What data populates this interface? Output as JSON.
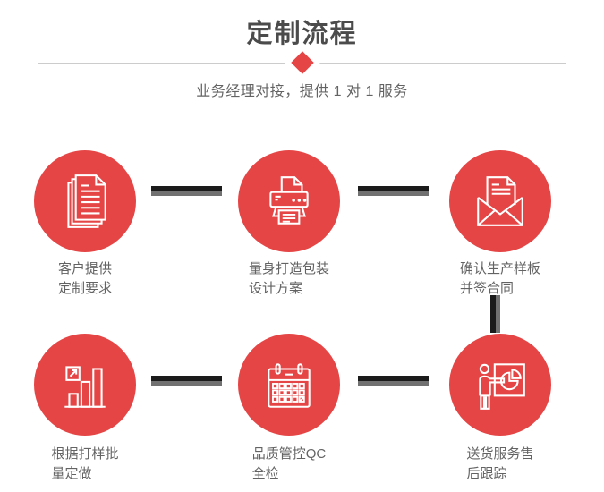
{
  "page": {
    "title": "定制流程",
    "subtitle": "业务经理对接，提供 1 对 1 服务"
  },
  "colors": {
    "accent_red": "#e54545",
    "title_gray": "#4b4b4b",
    "text_gray": "#636363",
    "connector_dark": "#1b1b1b",
    "connector_gray": "#717171",
    "divider_gray": "#cccccc"
  },
  "steps": [
    {
      "icon": "documents-icon",
      "line1": "客户提供",
      "line2": "定制要求"
    },
    {
      "icon": "printer-icon",
      "line1": "量身打造包装",
      "line2": "设计方案"
    },
    {
      "icon": "envelope-letter-icon",
      "line1": "确认生产样板",
      "line2": "并签合同"
    },
    {
      "icon": "bar-chart-growth-icon",
      "line1": "根据打样批",
      "line2": "量定做"
    },
    {
      "icon": "calendar-icon",
      "line1": "品质管控QC",
      "line2": "全检"
    },
    {
      "icon": "presentation-pie-icon",
      "line1": "送货服务售",
      "line2": "后跟踪"
    }
  ]
}
